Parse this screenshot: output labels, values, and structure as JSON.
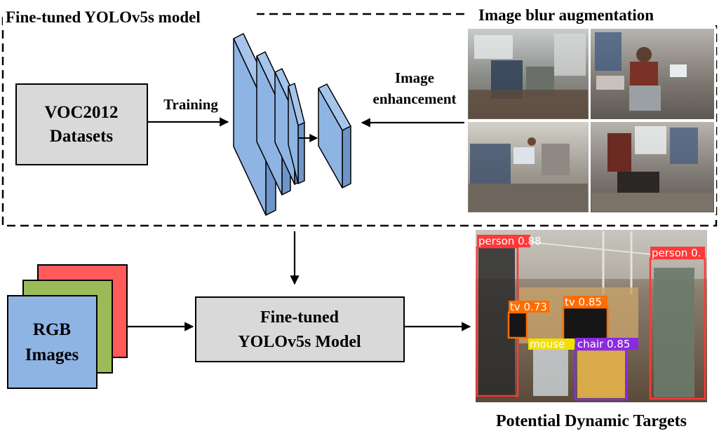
{
  "frame": {
    "title": "Fine-tuned YOLOv5s model",
    "augmentation_title": "Image blur augmentation"
  },
  "datasets_box": {
    "line1": "VOC2012",
    "line2": "Datasets"
  },
  "edges": {
    "training": "Training",
    "enhancement_line1": "Image",
    "enhancement_line2": "enhancement"
  },
  "rgb_box": {
    "line1": "RGB",
    "line2": "Images"
  },
  "model_box": {
    "line1": "Fine-tuned",
    "line2": "YOLOv5s Model"
  },
  "output": {
    "caption": "Potential Dynamic Targets",
    "detections": [
      {
        "label": "person 0.88"
      },
      {
        "label": "person 0."
      },
      {
        "label": "tv 0.73"
      },
      {
        "label": "tv 0.85"
      },
      {
        "label": "mouse"
      },
      {
        "label": "chair 0.85"
      }
    ]
  },
  "colors": {
    "box_fill": "#d9d9d9",
    "layer_fill": "#8eb4e3",
    "rgb_red": "#ff5b5b",
    "rgb_green": "#9bbb59",
    "rgb_blue": "#8eb4e3",
    "det_person": "#ff3838",
    "det_tv": "#ff6d00",
    "det_mouse": "#f0e000",
    "det_chair": "#8a2be2"
  }
}
